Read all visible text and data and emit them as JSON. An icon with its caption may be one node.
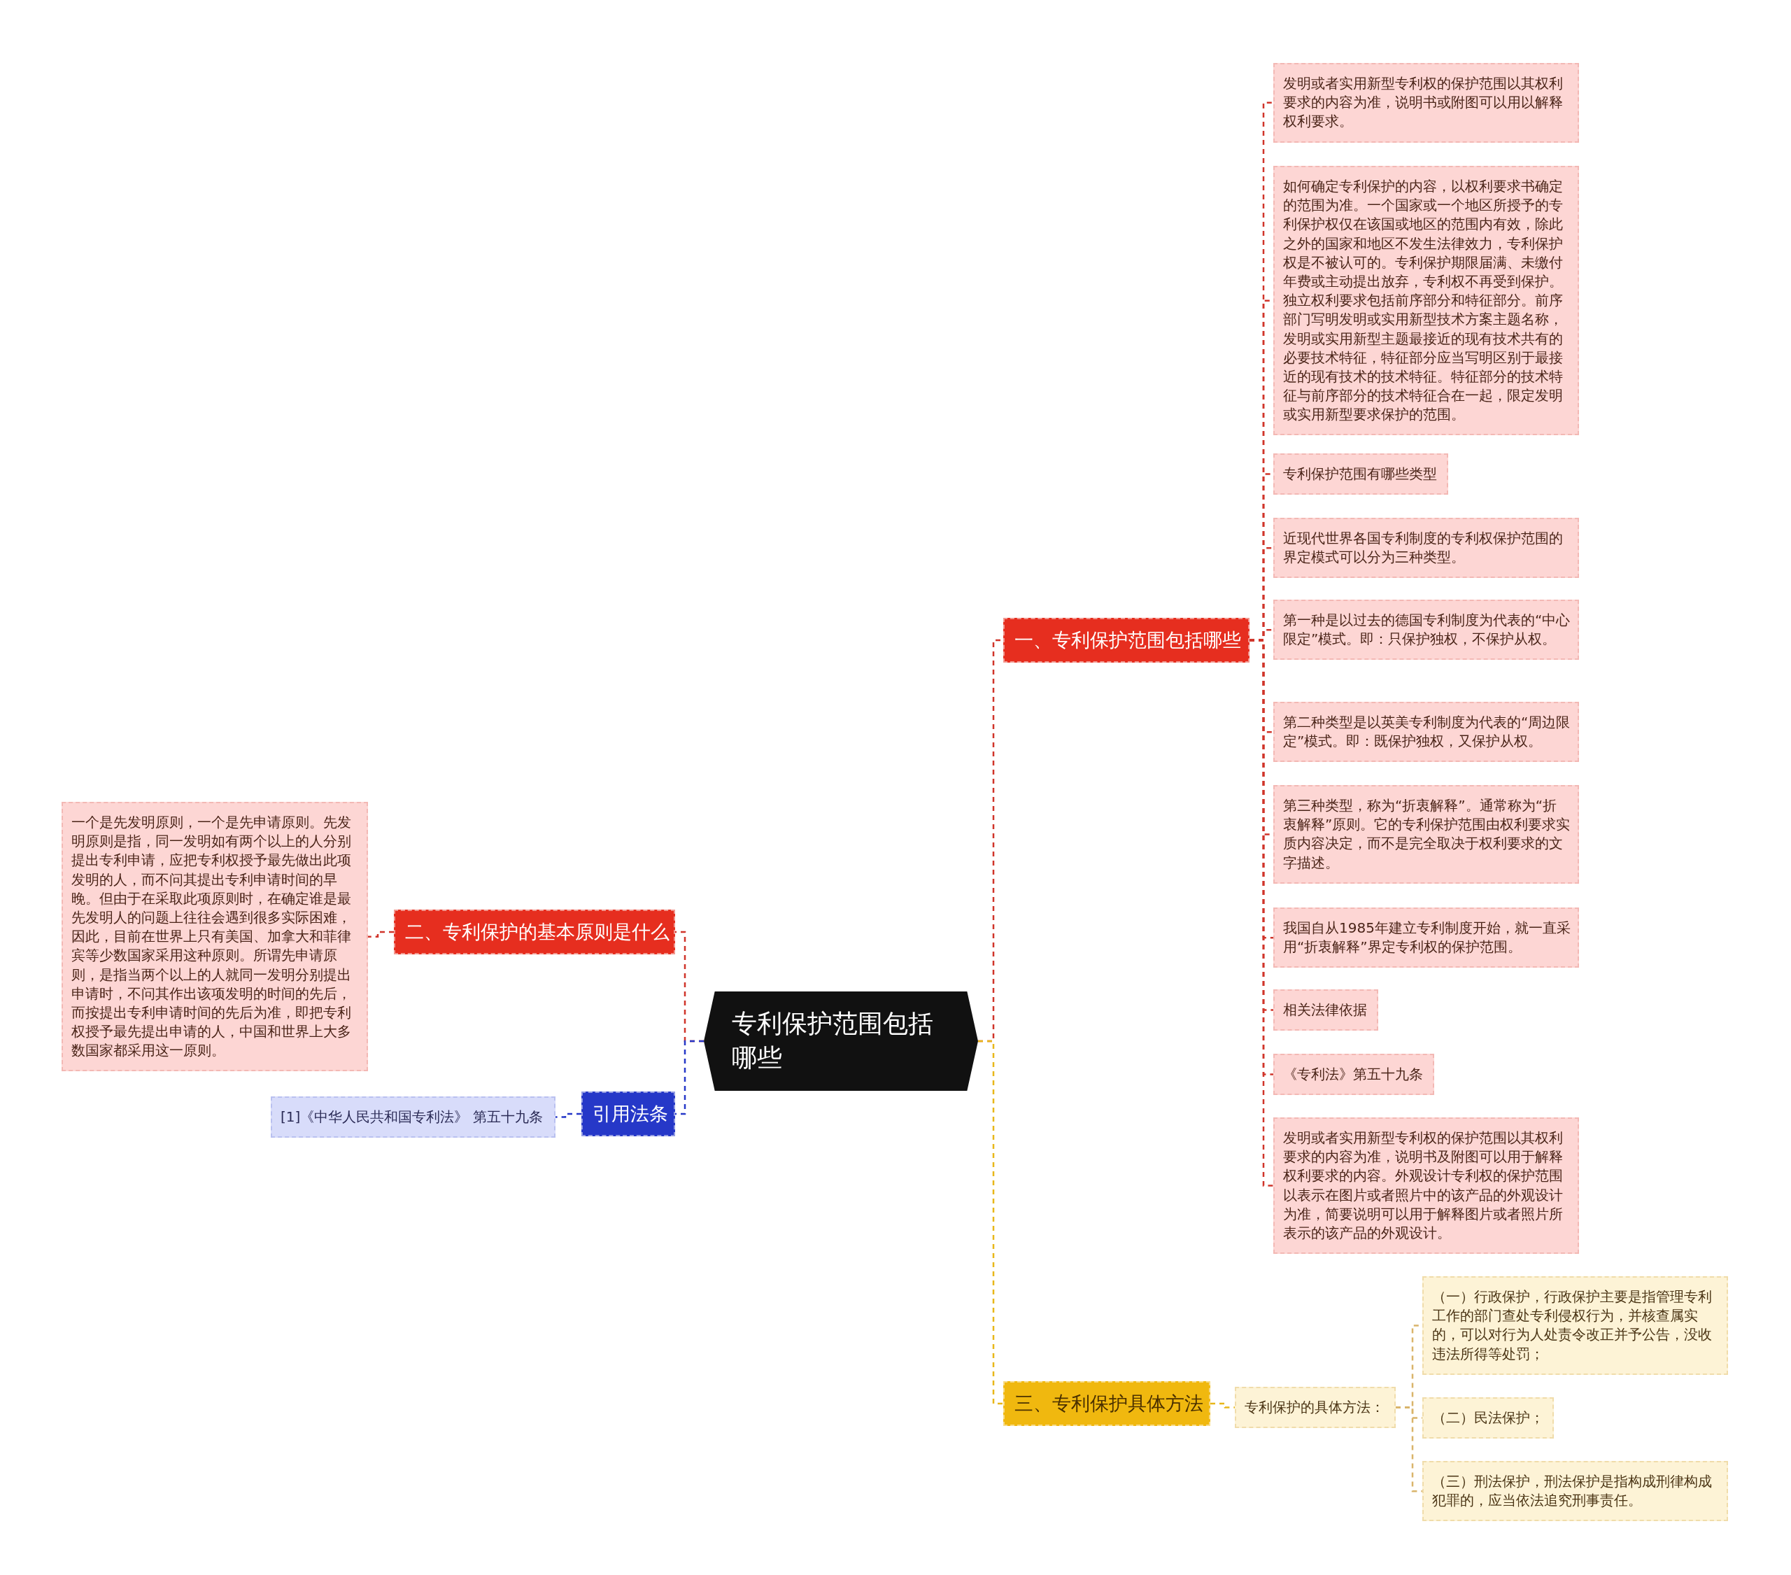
{
  "diagram": {
    "nodes": [
      {
        "text": [
          "专利保护范围包括哪些"
        ]
      },
      {
        "text": [
          "一、专利保护范围包括哪些"
        ]
      },
      {
        "text": [
          "发明或者实用新型专利权的保护范围以其权利要求的内容为准，说明书或附图可以用以解释权利要求。"
        ]
      },
      {
        "text": [
          "如何确定专利保护的内容，以权利要求书确定的范围为准。一个国家或一个地区所授予的专利保护权仅在该国或地区的范围内有效，除此之外的国家和地区不发生法律效力，专利保护权是不被认可的。专利保护期限届满、未缴付年费或主动提出放弃，专利权不再受到保护。独立权利要求包括前序部分和特征部分。前序部门写明发明或实用新型技术方案主题名称，发明或实用新型主题最接近的现有技术共有的必要技术特征，特征部分应当写明区别于最接近的现有技术的技术特征。特征部分的技术特征与前序部分的技术特征合在一起，限定发明或实用新型要求保护的范围。"
        ]
      },
      {
        "text": [
          "专利保护范围有哪些类型"
        ]
      },
      {
        "text": [
          "近现代世界各国专利制度的专利权保护范围的界定模式可以分为三种类型。"
        ]
      },
      {
        "text": [
          "第一种是以过去的德国专利制度为代表的“中心限定”模式。即：只保护独权，不保护从权。"
        ]
      },
      {
        "text": [
          "第二种类型是以英美专利制度为代表的“周边限定”模式。即：既保护独权，又保护从权。"
        ]
      },
      {
        "text": [
          "第三种类型，称为“折衷解释”。通常称为“折衷解释”原则。它的专利保护范围由权利要求实质内容决定，而不是完全取决于权利要求的文字描述。"
        ]
      },
      {
        "text": [
          "我国自从1985年建立专利制度开始，就一直采用“折衷解释”界定专利权的保护范围。"
        ]
      },
      {
        "text": [
          "相关法律依据"
        ]
      },
      {
        "text": [
          "《专利法》第五十九条"
        ]
      },
      {
        "text": [
          "发明或者实用新型专利权的保护范围以其权利要求的内容为准，说明书及附图可以用于解释权利要求的内容。外观设计专利权的保护范围以表示在图片或者照片中的该产品的外观设计为准，简要说明可以用于解释图片或者照片所表示的该产品的外观设计。"
        ]
      },
      {
        "text": [
          "二、专利保护的基本原则是什么"
        ]
      },
      {
        "text": [
          "一个是先发明原则，一个是先申请原则。先发明原则是指，同一发明如有两个以上的人分别提出专利申请，应把专利权授予最先做出此项发明的人，而不问其提出专利申请时间的早晚。但由于在采取此项原则时，在确定谁是最先发明人的问题上往往会遇到很多实际困难，因此，目前在世界上只有美国、加拿大和菲律宾等少数国家采用这种原则。所谓先申请原则，是指当两个以上的人就同一发明分别提出申请时，不问其作出该项发明的时间的先后，而按提出专利申请时间的先后为准，即把专利权授予最先提出申请的人，中国和世界上大多数国家都采用这一原则。"
        ]
      },
      {
        "text": [
          "引用法条"
        ]
      },
      {
        "text": [
          "[1]《中华人民共和国专利法》 第五十九条"
        ]
      },
      {
        "text": [
          "三、专利保护具体方法"
        ]
      },
      {
        "text": [
          "专利保护的具体方法："
        ]
      },
      {
        "text": [
          "（一）行政保护，行政保护主要是指管理专利工作的部门查处专利侵权行为，并核查属实的，可以对行为人处责令改正并予公告，没收违法所得等处罚；"
        ]
      },
      {
        "text": [
          "（二）民法保护；"
        ]
      },
      {
        "text": [
          "（三）刑法保护，刑法保护是指构成刑律构成犯罪的，应当依法追究刑事责任。"
        ]
      }
    ],
    "edges": [
      {
        "from": 0,
        "to": 1,
        "arrow": "none",
        "style": "dashed"
      },
      {
        "from": 1,
        "to": 2,
        "arrow": "none",
        "style": "dashed"
      },
      {
        "from": 1,
        "to": 3,
        "arrow": "none",
        "style": "dashed"
      },
      {
        "from": 1,
        "to": 4,
        "arrow": "none",
        "style": "dashed"
      },
      {
        "from": 1,
        "to": 5,
        "arrow": "none",
        "style": "dashed"
      },
      {
        "from": 1,
        "to": 6,
        "arrow": "none",
        "style": "dashed"
      },
      {
        "from": 1,
        "to": 7,
        "arrow": "none",
        "style": "dashed"
      },
      {
        "from": 1,
        "to": 8,
        "arrow": "none",
        "style": "dashed"
      },
      {
        "from": 1,
        "to": 9,
        "arrow": "none",
        "style": "dashed"
      },
      {
        "from": 1,
        "to": 10,
        "arrow": "none",
        "style": "dashed"
      },
      {
        "from": 1,
        "to": 11,
        "arrow": "none",
        "style": "dashed"
      },
      {
        "from": 1,
        "to": 12,
        "arrow": "none",
        "style": "dashed"
      },
      {
        "from": 0,
        "to": 13,
        "arrow": "none",
        "style": "dashed"
      },
      {
        "from": 13,
        "to": 14,
        "arrow": "none",
        "style": "dashed"
      },
      {
        "from": 0,
        "to": 15,
        "arrow": "none",
        "style": "dashed",
        "color": "#2638c8"
      },
      {
        "from": 15,
        "to": 16,
        "arrow": "none",
        "style": "dashed",
        "color": "#2638c8"
      },
      {
        "from": 0,
        "to": 17,
        "arrow": "none",
        "style": "dashed",
        "color": "#e8b71a"
      },
      {
        "from": 17,
        "to": 18,
        "arrow": "none",
        "style": "dashed",
        "color": "#e8b71a"
      },
      {
        "from": 18,
        "to": 19,
        "arrow": "none",
        "style": "dashed",
        "color": "#d9b46a"
      },
      {
        "from": 18,
        "to": 20,
        "arrow": "none",
        "style": "dashed",
        "color": "#d9b46a"
      },
      {
        "from": 18,
        "to": 21,
        "arrow": "none",
        "style": "dashed",
        "color": "#d9b46a"
      }
    ]
  }
}
